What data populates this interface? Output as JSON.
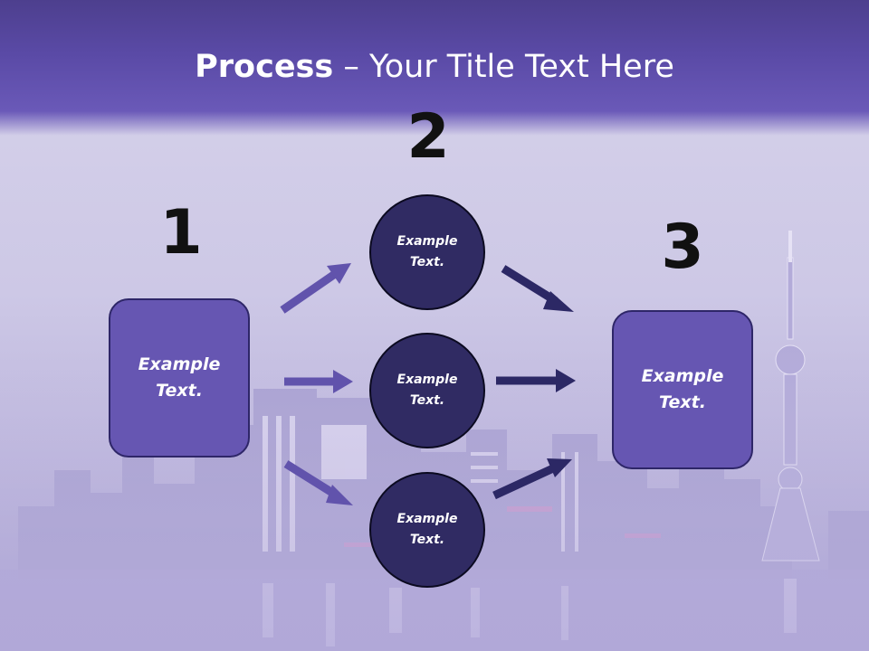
{
  "title": {
    "bold": "Process",
    "rest": " – Your Title Text Here"
  },
  "steps": {
    "one": "1",
    "two": "2",
    "three": "3"
  },
  "boxes": {
    "left": "Example\nText.",
    "right": "Example\nText."
  },
  "circles": {
    "top": "Example\nText.",
    "middle": "Example\nText.",
    "bottom": "Example\nText."
  },
  "colors": {
    "title_bar": "#5a4aa6",
    "box_fill": "#6656b2",
    "circle_fill": "#302b63",
    "left_arrows": "#6153ac",
    "right_arrows": "#2c2865"
  },
  "background": "night city skyline with tower, purple tint"
}
